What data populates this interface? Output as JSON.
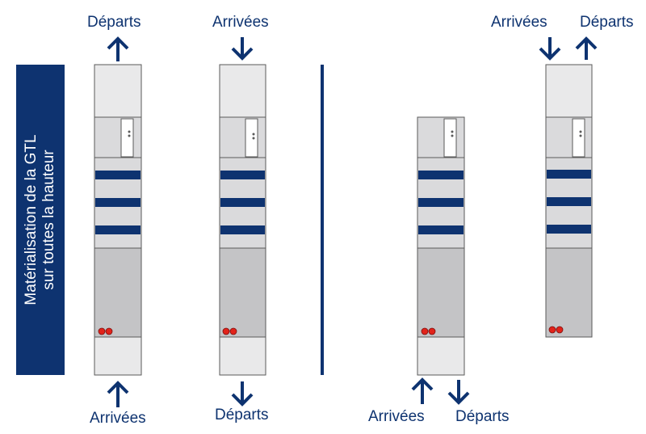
{
  "banner": {
    "line1": "Matérialisation de la GTL",
    "line2": "sur toutes la hauteur"
  },
  "labels": {
    "col1_top": "Départs",
    "col1_bottom": "Arrivées",
    "col2_top": "Arrivées",
    "col2_bottom": "Départs",
    "col3_bottom_left": "Arrivées",
    "col3_bottom_right": "Départs",
    "col4_top_left": "Arrivées",
    "col4_top_right": "Départs"
  },
  "colors": {
    "navy": "#0e3370",
    "panel_light": "#e9e9ea",
    "panel_mid": "#dadadc",
    "panel_dark": "#c4c4c6",
    "outline": "#5a5a5a",
    "fuse_red": "#e2231a"
  }
}
